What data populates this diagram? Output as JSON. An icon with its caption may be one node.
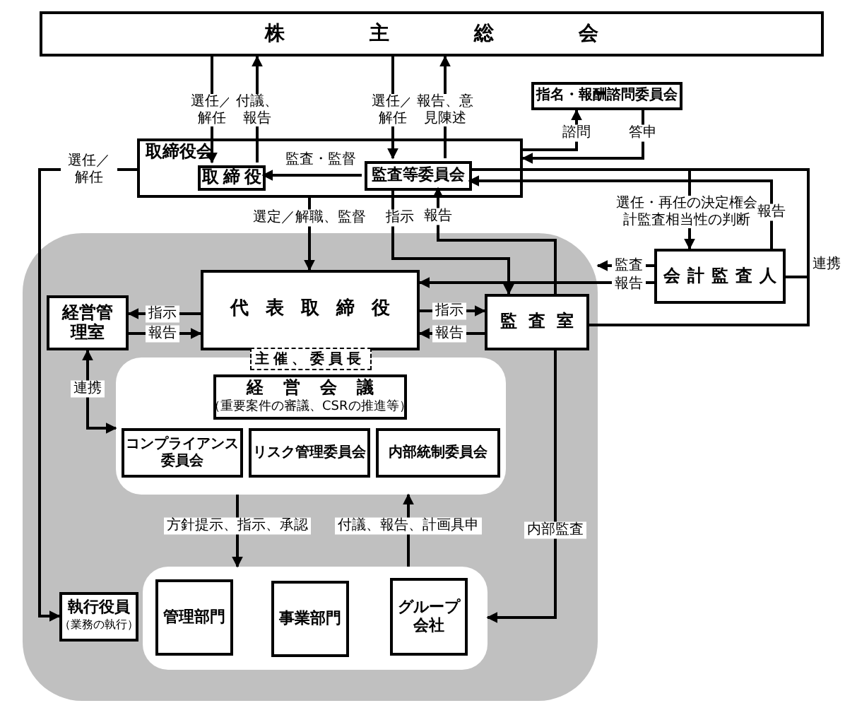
{
  "diagram": {
    "nodes": [
      {
        "text": [
          "株主総会"
        ]
      },
      {
        "text": [
          "取締役会"
        ]
      },
      {
        "text": [
          "取締役"
        ],
        "in": 1
      },
      {
        "text": [
          "監査等委員会"
        ],
        "in": 1
      },
      {
        "text": [
          "指名・報酬諮問委員会"
        ]
      },
      {
        "text": [
          "会計監査人"
        ]
      },
      {
        "text": [],
        "shape": "box"
      },
      {
        "text": [
          "代表取締役"
        ],
        "in": 6,
        "beside": [
          "主催、委員長"
        ]
      },
      {
        "text": [
          "経営管理室"
        ],
        "in": 6
      },
      {
        "text": [
          "監査室"
        ],
        "in": 6
      },
      {
        "text": [],
        "shape": "box",
        "in": 6
      },
      {
        "text": [
          "経営会議",
          "（重要案件の審議、CSRの推進等）"
        ],
        "in": 10
      },
      {
        "text": [
          "コンプライアンス委員会"
        ],
        "in": 10
      },
      {
        "text": [
          "リスク管理委員会"
        ],
        "in": 10
      },
      {
        "text": [
          "内部統制委員会"
        ],
        "in": 10
      },
      {
        "text": [],
        "shape": "box",
        "in": 6
      },
      {
        "text": [
          "管理部門"
        ],
        "in": 15
      },
      {
        "text": [
          "事業部門"
        ],
        "in": 15
      },
      {
        "text": [
          "グループ会社"
        ],
        "in": 15
      },
      {
        "text": [
          "執行役員",
          "（業務の執行）"
        ],
        "in": 6
      }
    ],
    "edges": [
      {
        "from": 0,
        "to": 2,
        "arrow": "to",
        "label": "選任／解任"
      },
      {
        "from": 2,
        "to": 0,
        "arrow": "to",
        "label": "付議、報告"
      },
      {
        "from": 0,
        "to": 3,
        "arrow": "to",
        "label": "選任／解任"
      },
      {
        "from": 3,
        "to": 0,
        "arrow": "to",
        "label": "報告、意見陳述"
      },
      {
        "from": 3,
        "to": 2,
        "arrow": "to",
        "label": "監査・監督"
      },
      {
        "from": 1,
        "to": 19,
        "arrow": "to",
        "label": "選任／解任"
      },
      {
        "from": 1,
        "to": 7,
        "arrow": "to",
        "label": "選定／解職、監督"
      },
      {
        "from": 3,
        "to": 9,
        "arrow": "to",
        "label": "指示"
      },
      {
        "from": 9,
        "to": 3,
        "arrow": "to",
        "label": "報告"
      },
      {
        "from": 1,
        "to": 4,
        "arrow": "to",
        "label": "諮問"
      },
      {
        "from": 4,
        "to": 1,
        "arrow": "to",
        "label": "答申"
      },
      {
        "from": 3,
        "to": 5,
        "arrow": "to",
        "label": "選任・再任の決定権会計監査相当性の判断"
      },
      {
        "from": 3,
        "to": 9,
        "arrow": "none"
      },
      {
        "from": 5,
        "to": 9,
        "arrow": "none",
        "label": "連携"
      },
      {
        "from": 5,
        "to": 3,
        "arrow": "to",
        "label": "報告"
      },
      {
        "from": 5,
        "to": 6,
        "arrow": "to",
        "label": "監査"
      },
      {
        "from": 5,
        "to": 7,
        "arrow": "to",
        "label": "報告"
      },
      {
        "from": 7,
        "to": 8,
        "arrow": "to",
        "label": "指示"
      },
      {
        "from": 8,
        "to": 7,
        "arrow": "to",
        "label": "報告"
      },
      {
        "from": 7,
        "to": 9,
        "arrow": "to",
        "label": "指示"
      },
      {
        "from": 9,
        "to": 7,
        "arrow": "to",
        "label": "報告"
      },
      {
        "from": 8,
        "to": 10,
        "arrow": "both",
        "label": "連携"
      },
      {
        "from": 10,
        "to": 15,
        "arrow": "to",
        "label": "方針提示、指示、承認"
      },
      {
        "from": 15,
        "to": 10,
        "arrow": "to",
        "label": "付議、報告、計画具申"
      },
      {
        "from": 9,
        "to": 15,
        "arrow": "to",
        "label": "内部監査"
      }
    ]
  }
}
